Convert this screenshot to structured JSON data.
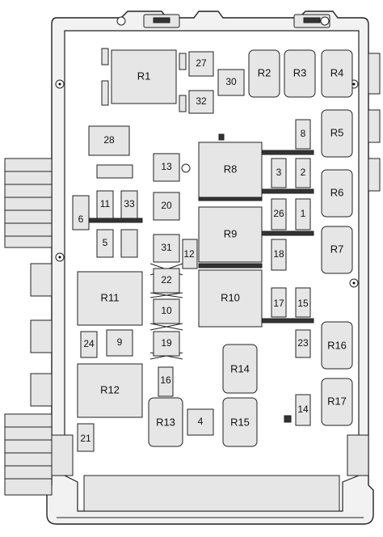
{
  "items": [
    {
      "label": "R1"
    },
    {
      "label": "27"
    },
    {
      "label": "30"
    },
    {
      "label": "32"
    },
    {
      "label": "R2"
    },
    {
      "label": "R3"
    },
    {
      "label": "R4"
    },
    {
      "label": "28"
    },
    {
      "label": "13"
    },
    {
      "label": "R8"
    },
    {
      "label": "8"
    },
    {
      "label": "R5"
    },
    {
      "label": "3"
    },
    {
      "label": "2"
    },
    {
      "label": "R6"
    },
    {
      "label": "11"
    },
    {
      "label": "33"
    },
    {
      "label": "20"
    },
    {
      "label": "26"
    },
    {
      "label": "1"
    },
    {
      "label": "6"
    },
    {
      "label": "5"
    },
    {
      "label": "R9"
    },
    {
      "label": "31"
    },
    {
      "label": "12"
    },
    {
      "label": "18"
    },
    {
      "label": "R7"
    },
    {
      "label": "22"
    },
    {
      "label": "R11"
    },
    {
      "label": "R10"
    },
    {
      "label": "10"
    },
    {
      "label": "17"
    },
    {
      "label": "15"
    },
    {
      "label": "24"
    },
    {
      "label": "9"
    },
    {
      "label": "19"
    },
    {
      "label": "23"
    },
    {
      "label": "R16"
    },
    {
      "label": "R14"
    },
    {
      "label": "R12"
    },
    {
      "label": "16"
    },
    {
      "label": "R17"
    },
    {
      "label": "14"
    },
    {
      "label": "R13"
    },
    {
      "label": "4"
    },
    {
      "label": "R15"
    },
    {
      "label": "21"
    }
  ]
}
